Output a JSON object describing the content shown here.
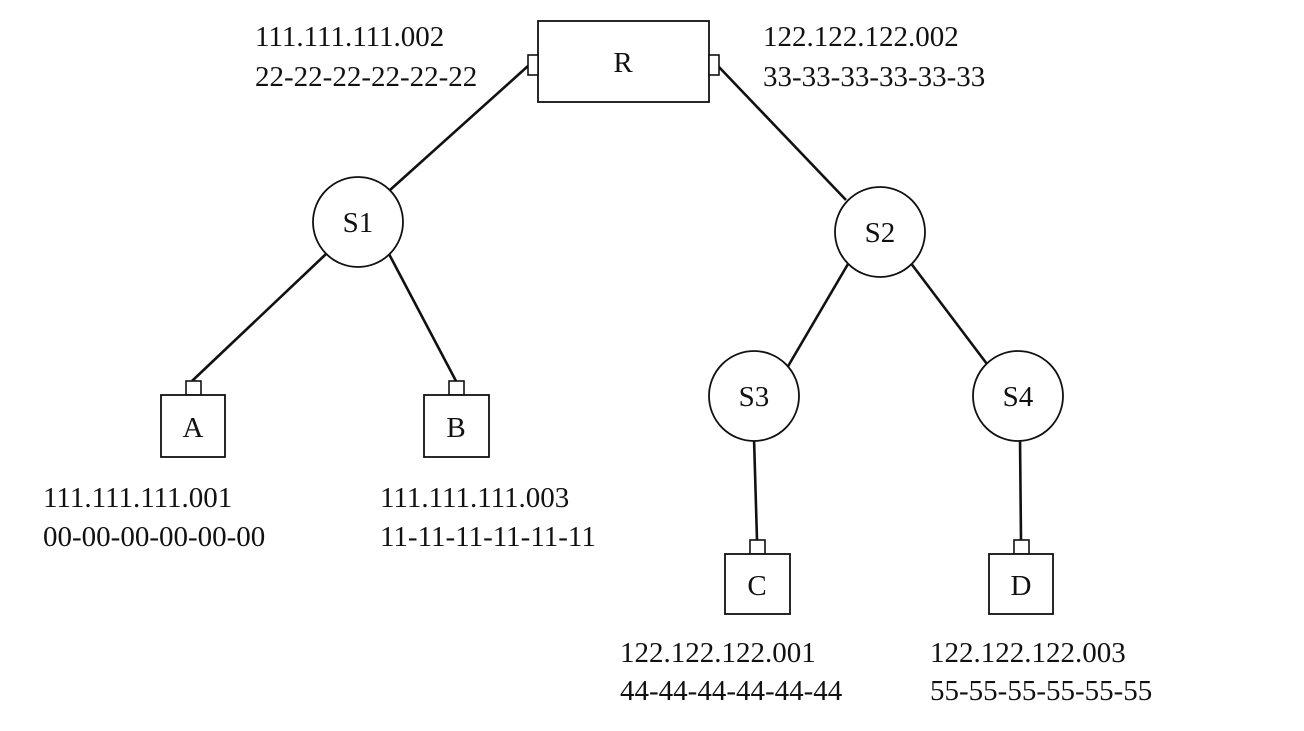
{
  "router": {
    "label": "R",
    "left_interface": {
      "ip": "111.111.111.002",
      "mac": "22-22-22-22-22-22"
    },
    "right_interface": {
      "ip": "122.122.122.002",
      "mac": "33-33-33-33-33-33"
    }
  },
  "switches": [
    {
      "id": "s1",
      "label": "S1"
    },
    {
      "id": "s2",
      "label": "S2"
    },
    {
      "id": "s3",
      "label": "S3"
    },
    {
      "id": "s4",
      "label": "S4"
    }
  ],
  "hosts": [
    {
      "id": "a",
      "label": "A",
      "ip": "111.111.111.001",
      "mac": "00-00-00-00-00-00"
    },
    {
      "id": "b",
      "label": "B",
      "ip": "111.111.111.003",
      "mac": "11-11-11-11-11-11"
    },
    {
      "id": "c",
      "label": "C",
      "ip": "122.122.122.001",
      "mac": "44-44-44-44-44-44"
    },
    {
      "id": "d",
      "label": "D",
      "ip": "122.122.122.003",
      "mac": "55-55-55-55-55-55"
    }
  ],
  "links": [
    {
      "from": "R",
      "to": "S1"
    },
    {
      "from": "R",
      "to": "S2"
    },
    {
      "from": "S1",
      "to": "A"
    },
    {
      "from": "S1",
      "to": "B"
    },
    {
      "from": "S2",
      "to": "S3"
    },
    {
      "from": "S2",
      "to": "S4"
    },
    {
      "from": "S3",
      "to": "C"
    },
    {
      "from": "S4",
      "to": "D"
    }
  ]
}
